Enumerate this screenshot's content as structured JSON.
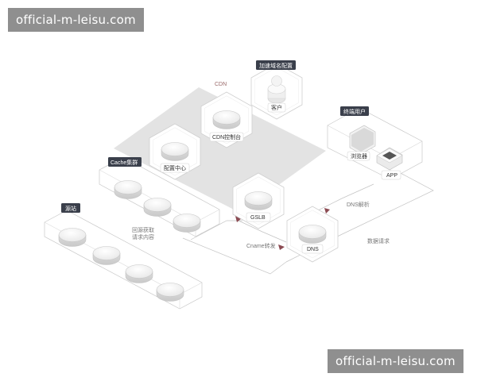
{
  "watermark": "official-m-leisu.com",
  "labels": {
    "cdn": "CDN",
    "speed_domain_config": "加速域名配置",
    "customer": "客户",
    "cdn_console": "CDN控制台",
    "config_center": "配置中心",
    "cache_cluster": "Cache集群",
    "origin": "源站",
    "fetch_back": "回源获取",
    "request_content": "请求内容",
    "gslb": "GSLB",
    "dns": "DNS",
    "dns_resolve": "DNS解析",
    "cname_forward": "Cname转发",
    "data_request": "数据请求",
    "end_user": "终端用户",
    "browser": "浏览器",
    "app": "APP"
  },
  "colors": {
    "tag_bg": "#3a3f4b",
    "platform": "#e3e3e3",
    "line": "#bcbcbc",
    "arrow": "#8b4a52",
    "watermark_bg": "#8f8f8f"
  }
}
